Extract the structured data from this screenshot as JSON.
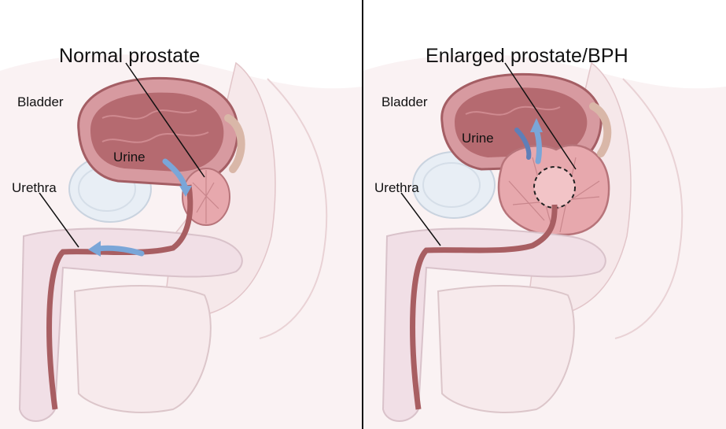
{
  "left_panel": {
    "title": "Normal prostate",
    "labels": {
      "bladder": "Bladder",
      "urine": "Urine",
      "urethra": "Urethra"
    }
  },
  "right_panel": {
    "title": "Enlarged prostate/BPH",
    "labels": {
      "bladder": "Bladder",
      "urine": "Urine",
      "urethra": "Urethra"
    }
  },
  "colors": {
    "background": "#ffffff",
    "body_tissue": "#f3e4e6",
    "bladder_wall": "#c98b8e",
    "bladder_inner": "#a85e62",
    "prostate": "#e8a9ad",
    "urethra": "#b86a6a",
    "flow_arrow": "#7aa6d8",
    "divider": "#111111"
  },
  "icons": {
    "flow": "urine-flow-arrow-icon"
  }
}
